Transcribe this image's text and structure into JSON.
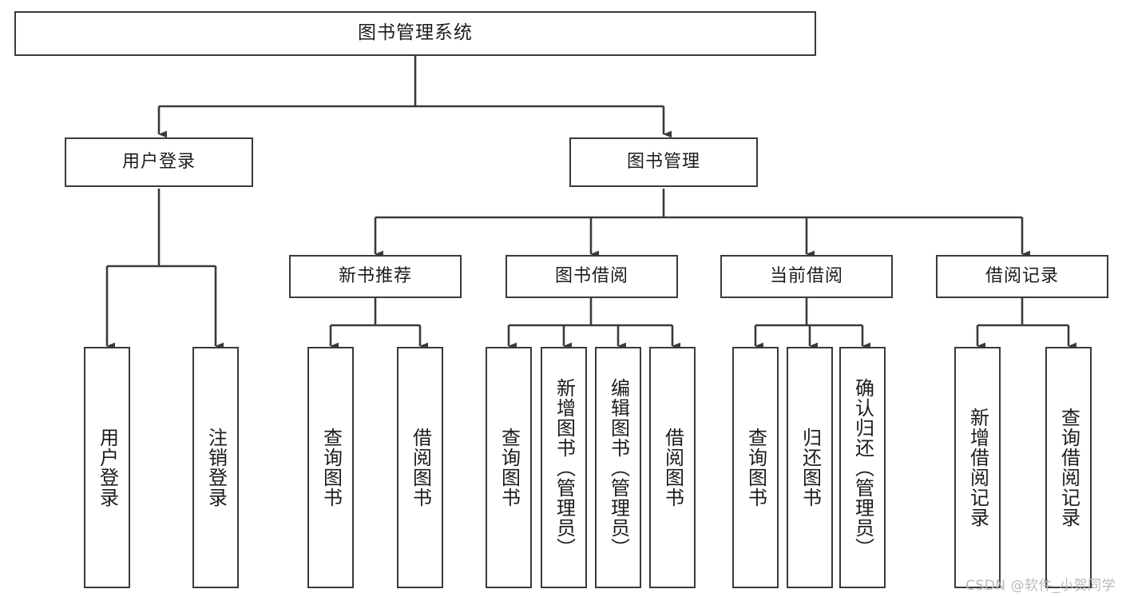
{
  "diagram": {
    "title": "图书管理系统",
    "watermark": "CSDN @软件_小贺同学",
    "line_color": "#3a3a3a",
    "text_color": "#1c1c1c",
    "background": "#ffffff",
    "nodes": {
      "root": "图书管理系统",
      "l2": {
        "user_login": "用户登录",
        "book_manage": "图书管理"
      },
      "l3": {
        "new_book_rec": "新书推荐",
        "book_borrow": "图书借阅",
        "current_borrow": "当前借阅",
        "borrow_record": "借阅记录"
      },
      "leaves": {
        "user_login_1": "用户登录",
        "user_login_2": "注销登录",
        "new_book_rec_1": "查询图书",
        "new_book_rec_2": "借阅图书",
        "book_borrow_1": "查询图书",
        "book_borrow_2": "新增图书（管理员）",
        "book_borrow_3": "编辑图书（管理员）",
        "book_borrow_4": "借阅图书",
        "current_borrow_1": "查询图书",
        "current_borrow_2": "归还图书",
        "current_borrow_3": "确认归还（管理员）",
        "borrow_record_1": "新增借阅记录",
        "borrow_record_2": "查询借阅记录"
      }
    }
  }
}
